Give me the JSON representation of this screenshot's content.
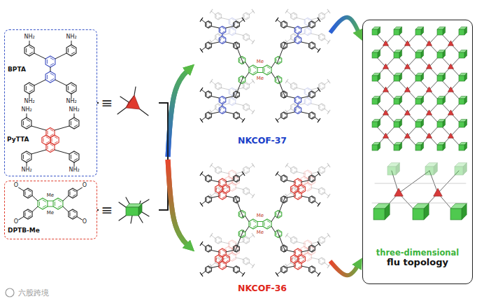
{
  "diagram": {
    "nodes": [
      {
        "text": [
          "BPTA",
          "PyTTA"
        ]
      },
      {
        "text": [
          "DPTB-Me"
        ]
      },
      {
        "text": [
          "NKCOF-37"
        ]
      },
      {
        "text": [
          "NKCOF-36"
        ]
      },
      {
        "text": [
          "three-dimensional",
          "flu topology"
        ]
      }
    ],
    "edges": [
      {
        "from": 0,
        "to": 2,
        "arrow": "to"
      },
      {
        "from": 1,
        "to": 2,
        "arrow": "to"
      },
      {
        "from": 0,
        "to": 3,
        "arrow": "to"
      },
      {
        "from": 1,
        "to": 3,
        "arrow": "to"
      },
      {
        "from": 2,
        "to": 4,
        "arrow": "to"
      },
      {
        "from": 3,
        "to": 4,
        "arrow": "to"
      }
    ],
    "labels": [
      "NH₂",
      "NH₂",
      "NH₂",
      "NH₂",
      "NH₂",
      "NH₂",
      "NH₂",
      "NH₂",
      "Me",
      "Me",
      "O",
      "O",
      "O",
      "O",
      "Me",
      "Me",
      "Me",
      "Me",
      "≡",
      "≡",
      "六股跨境"
    ]
  }
}
